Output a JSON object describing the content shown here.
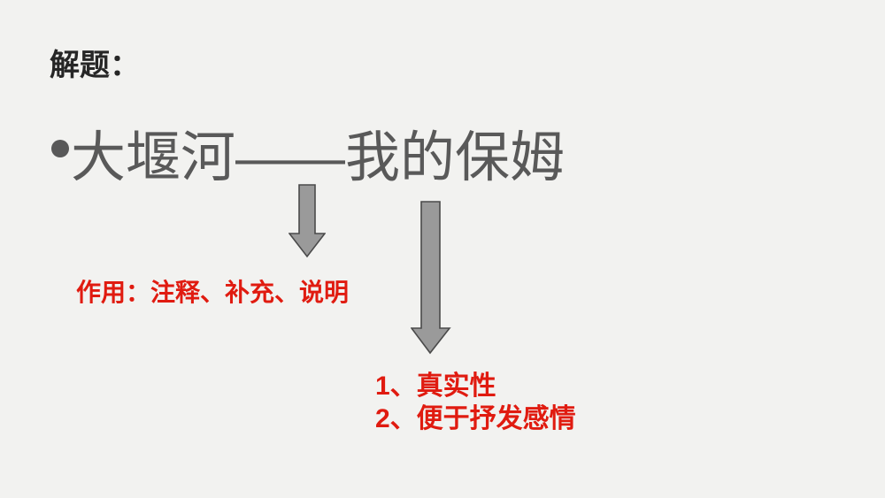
{
  "slide": {
    "background_color": "#f2f2f0",
    "heading": "解题：",
    "heading_color": "#262626",
    "title": {
      "bullet_icon": "bullet-dot-icon",
      "text": "大堰河——我的保姆",
      "color": "#595959"
    },
    "annotations": {
      "left_note": "作用：注释、补充、说明",
      "right_notes": [
        "1、真实性",
        "2、便于抒发感情"
      ],
      "accent_color": "#e01b10"
    },
    "arrows": [
      {
        "name": "down-arrow-short",
        "points_from": "大堰河——我的保姆",
        "points_to": "作用：注释、补充、说明",
        "fill": "#9a9a9a",
        "stroke": "#4a4a4a"
      },
      {
        "name": "down-arrow-long",
        "points_from": "大堰河——我的保姆",
        "points_to": "1、真实性 / 2、便于抒发感情",
        "fill": "#9a9a9a",
        "stroke": "#4a4a4a"
      }
    ]
  }
}
